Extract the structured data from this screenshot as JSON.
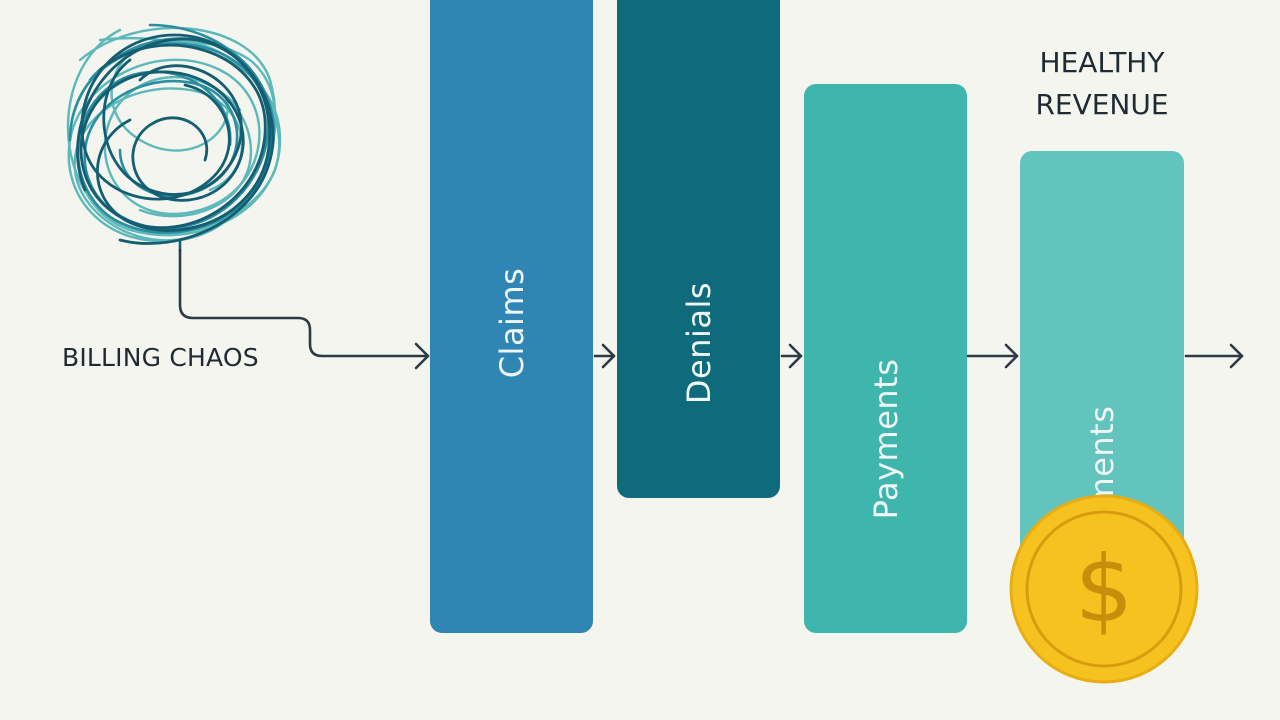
{
  "start_label": "BILLING CHAOS",
  "end_label_line1": "HEALTHY",
  "end_label_line2": "REVENUE",
  "stages": [
    {
      "label": "Claims",
      "color": "#2f86b5"
    },
    {
      "label": "Denials",
      "color": "#0f6b7b"
    },
    {
      "label": "Payments",
      "color": "#3fb6ad"
    },
    {
      "label": "Payments",
      "color": "#63c3bd"
    }
  ],
  "coin_symbol": "$",
  "colors": {
    "background": "#f4f5ef",
    "text": "#1f2a33",
    "arrow": "#2b3a44",
    "coin": "#f6c220",
    "coin_symbol": "#c98d0c",
    "scribble_dark": "#155e72",
    "scribble_light": "#4cb2b4"
  },
  "icons": [
    "scribble-tangle-icon",
    "coin-dollar-icon",
    "arrow-right-icon"
  ]
}
